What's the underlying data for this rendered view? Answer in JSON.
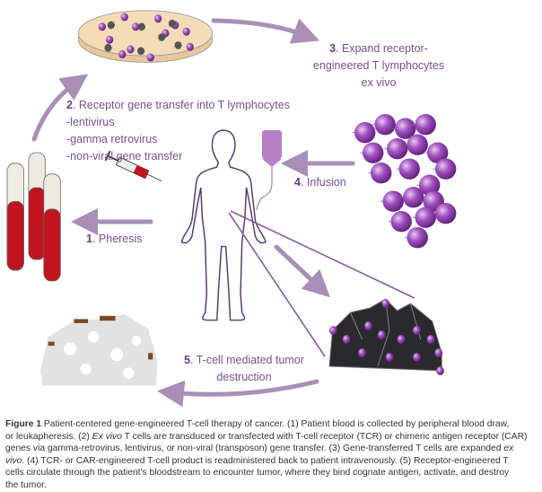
{
  "steps": {
    "s1": {
      "num": "1",
      "text": ". Pheresis"
    },
    "s2": {
      "num": "2",
      "text": ". Receptor gene transfer into T lymphocytes",
      "items": [
        "-lentivirus",
        "-gamma retrovirus",
        "-non-viral gene transfer"
      ]
    },
    "s3": {
      "num": "3",
      "text": ". Expand receptor-",
      "line2": "engineered T lymphocytes",
      "line3": "ex vivo"
    },
    "s4": {
      "num": "4",
      "text": ". Infusion"
    },
    "s5": {
      "num": "5",
      "text": ". T-cell mediated tumor",
      "line2": "destruction"
    }
  },
  "caption": {
    "label": "Figure 1",
    "l1": " Patient-centered gene-engineered T-cell therapy of cancer. (1) Patient blood is collected by peripheral blood draw,",
    "l2": "or leukapheresis. (2) ",
    "l2_it": "Ex vivo",
    "l2b": " T cells are transduced or transfected with T-cell receptor (TCR) or chimeric antigen receptor (CAR)",
    "l3": "genes via gamma-retrovirus, lentivirus, or non-viral (transposon) gene transfer. (3) Gene-transferred T cells are expanded ",
    "l3_it": "ex",
    "l4_it": "vivo",
    "l4": ". (4) TCR- or CAR-engineered T-cell product is readministered back to patient intravenously. (5) Receptor-engineered T",
    "l5": "cells circulate through the patient's bloodstream to encounter tumor, where they bind cognate antigen, activate, and destroy",
    "l6": "the tumor."
  },
  "colors": {
    "label": "#7b4f8e",
    "arrow": "#a98fb5",
    "cell": "#8a3fa3",
    "blood": "#c0151f",
    "tumor": "#2a2a2e"
  }
}
